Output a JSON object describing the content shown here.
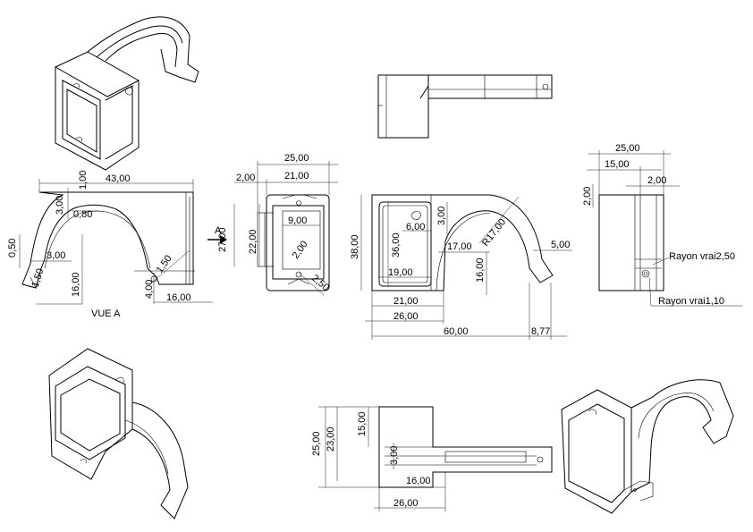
{
  "views": {
    "vue_a_label": "VUE A",
    "section_marker": "A"
  },
  "notes": {
    "rayon_vrai_1": "Rayon vrai2,50",
    "rayon_vrai_2": "Rayon vrai1,10"
  },
  "dims": {
    "left_43": "43,00",
    "left_1": "1,00",
    "left_3a": "3,00",
    "left_080": "0,80",
    "left_050": "0,50",
    "left_3b": "3,00",
    "left_16": "16,00",
    "left_150": "1,50",
    "left_13": "1,50",
    "left_4": "4,00",
    "left_16b": "16,00",
    "mid_25": "25,00",
    "mid_2": "2,00",
    "mid_21": "21,00",
    "mid_22": "22,00",
    "mid_9": "9,00",
    "mid_2b": "2,00",
    "mid_250": "2,50",
    "mid_27": "27,00",
    "front_38": "38,00",
    "front_36": "36,00",
    "front_6": "6,00",
    "front_3": "3,00",
    "front_r17": "R17,00",
    "front_17": "17,00",
    "front_19": "19,00",
    "front_16": "16,00",
    "front_5": "5,00",
    "front_21": "21,00",
    "front_26": "26,00",
    "front_60": "60,00",
    "front_877": "8,77",
    "right_25": "25,00",
    "right_15": "15,00",
    "right_2": "2,00",
    "right_2b": "2,00",
    "bot_25": "25,00",
    "bot_23": "23,00",
    "bot_15": "15,00",
    "bot_3": "3,00",
    "bot_16": "16,00",
    "bot_26": "26,00"
  }
}
